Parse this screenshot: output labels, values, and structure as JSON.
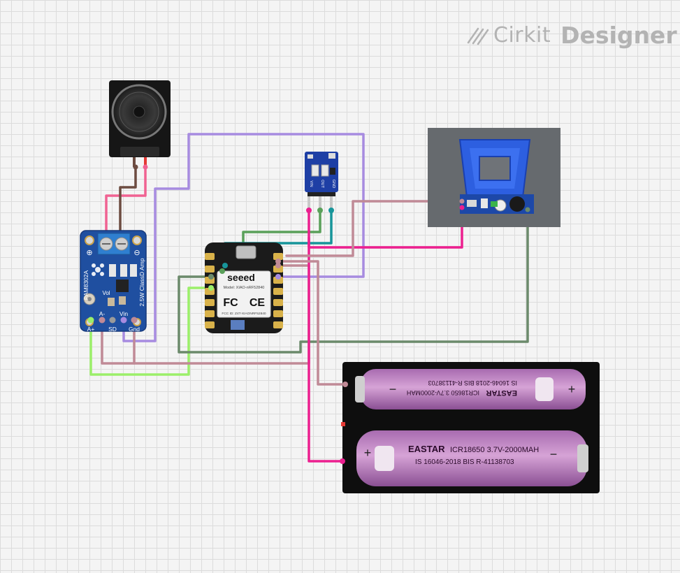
{
  "branding": {
    "brand": "Cirkit",
    "product": "Designer",
    "icon": "cirkit-slash-icon"
  },
  "components": {
    "speaker": {
      "icon": "speaker-icon"
    },
    "amplifier": {
      "model": "PAM8302A",
      "title": "2.5W ClassD Amp",
      "vol_label": "Vol",
      "pins": [
        "A+",
        "A-",
        "SD",
        "Vin",
        "Gnd"
      ],
      "terminals": [
        "⊕",
        "⊖"
      ]
    },
    "mcu": {
      "brand": "seeed",
      "model": "Model: XIAO-nRF52840",
      "fcc": "FC",
      "ce": "CE",
      "fcc_id": "FCC ID: Z4T-XIAONRF52840"
    },
    "regulator": {
      "pins": [
        "VIN",
        "OUT",
        "GND"
      ]
    },
    "metal_detector": {
      "icon": "metal-detector-module-icon"
    },
    "battery_holder": {
      "cell_top": {
        "brand": "EASTAR",
        "spec": "ICR18650 3.7V-2000MAH",
        "standard": "IS 16046-2018 BIS R-41138703",
        "plus": "+",
        "minus": "−"
      },
      "cell_bottom": {
        "brand": "EASTAR",
        "spec": "ICR18650 3.7V-2000MAH",
        "standard": "IS 16046-2018 BIS R-41138703",
        "plus": "+",
        "minus": "−"
      }
    }
  },
  "wire_colors": {
    "pink": "#f06292",
    "magenta": "#ec1f8f",
    "brown": "#6d4c41",
    "purple": "#a78be0",
    "green": "#5aa05a",
    "teal": "#17959a",
    "gray_green": "#6b8a6b",
    "lime": "#9bef6a",
    "dusty_pink": "#c08a96"
  }
}
